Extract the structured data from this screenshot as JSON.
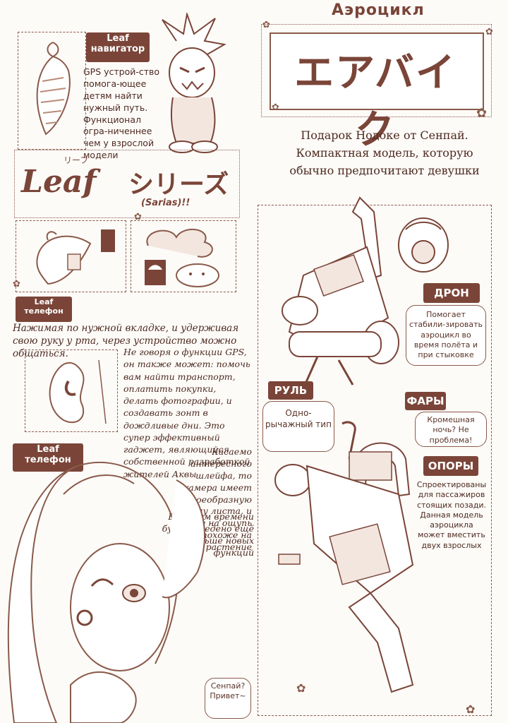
{
  "aerocycle": {
    "caption": "Аэроцикл",
    "title_jp": "エアバイク",
    "description": "Подарок Нодоке от Сенпай. Компактная модель, которую обычно предпочитают девушки"
  },
  "navigator": {
    "label_line1": "Leaf",
    "label_line2": "навигатор",
    "text": "GPS устрой-ство помога-ющее детям найти нужный путь. Функционал огра-ниченнее чем у взрослой модели"
  },
  "series": {
    "ruby": "リーフ",
    "leaf_word": "Leaf",
    "jp": "シリーズ",
    "series_word": "(Sarias)!!"
  },
  "phone": {
    "label_line1": "Leaf",
    "label_line2": "телефон",
    "intro": "Нажимая по нужной вкладке, и удерживая свою руку у рта, через устройство можно общаться.",
    "text": "Не говоря о функции GPS, он также может: помочь вам найти транспорт, оплатить покупки, делать фотографии, и создавать зонт в дождливые дни. Это супер эффективный гаджет, являющийся собственной разработкой жителей Аквы",
    "camera": "Касаемо интересного шлейфа, то камера имеет своеобразную форму листа, и даже на ощупь оно похоже на растение",
    "future": "В скором времени будет введено ещё больше новых функций",
    "label2_line1": "Leaf",
    "label2_line2": "телефон"
  },
  "parts": {
    "drone_label": "ДРОН",
    "drone_text": "Помогает стабили-зировать аэроцикл во время полёта и при стыковке",
    "wheel_label": "РУЛЬ",
    "wheel_text": "Одно-рычажный тип",
    "lights_label": "ФАРЫ",
    "lights_text": "Кромешная ночь? Не проблема!",
    "supports_label": "ОПОРЫ",
    "supports_text": "Спроектированы для пассажиров стоящих позади. Данная модель аэроцикла может вместить двух взрослых"
  },
  "girl_speech": "Сенпай? Привет~",
  "colors": {
    "accent": "#7a4538",
    "line": "#8a5a4a",
    "paper": "#fdfbf8"
  }
}
